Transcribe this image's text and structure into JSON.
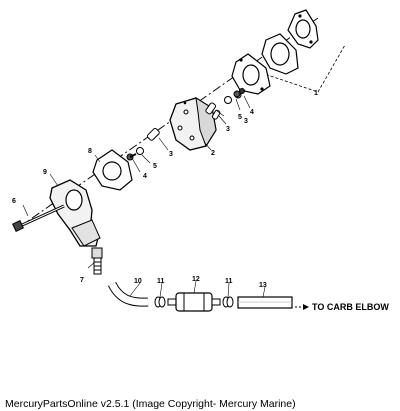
{
  "callouts": {
    "c1": "1",
    "c2": "2",
    "c3a": "3",
    "c3b": "3",
    "c3c": "3",
    "c4a": "4",
    "c4b": "4",
    "c5a": "5",
    "c5b": "5",
    "c6": "6",
    "c7": "7",
    "c8": "8",
    "c9": "9",
    "c10": "10",
    "c11a": "11",
    "c11b": "11",
    "c12": "12",
    "c13": "13"
  },
  "destination_label": "TO CARB ELBOW",
  "footer": "MercuryPartsOnline v2.5.1 (Image Copyright- Mercury Marine)"
}
